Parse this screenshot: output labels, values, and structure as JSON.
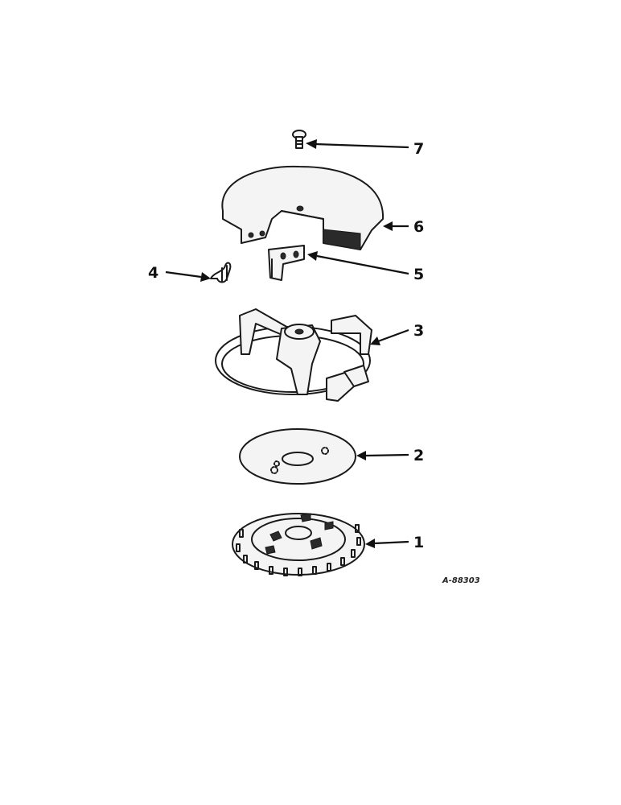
{
  "diagram": {
    "figure_number": "A-88303",
    "callouts": [
      {
        "id": "1",
        "label": "1"
      },
      {
        "id": "2",
        "label": "2"
      },
      {
        "id": "3",
        "label": "3"
      },
      {
        "id": "4",
        "label": "4"
      },
      {
        "id": "5",
        "label": "5"
      },
      {
        "id": "6",
        "label": "6"
      },
      {
        "id": "7",
        "label": "7"
      }
    ]
  }
}
